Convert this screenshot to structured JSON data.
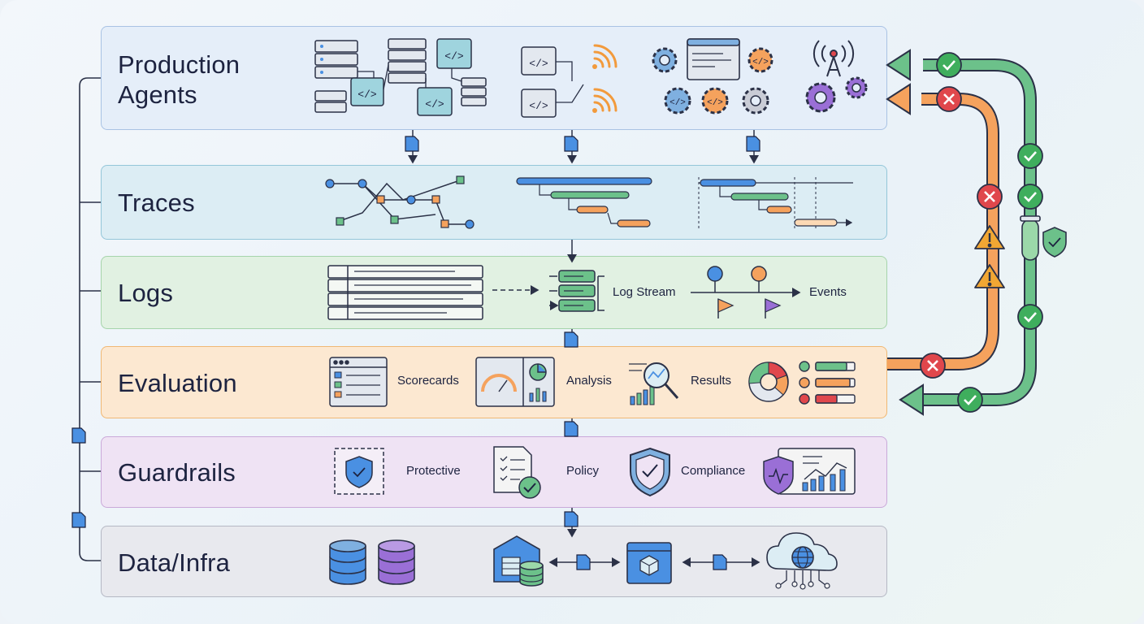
{
  "layers": {
    "production": "Production\nAgents",
    "traces": "Traces",
    "logs": "Logs",
    "evaluation": "Evaluation",
    "guardrails": "Guardrails",
    "data_infra": "Data/Infra"
  },
  "labels": {
    "log_stream": "Log Stream",
    "events": "Events",
    "scorecards": "Scorecards",
    "analysis": "Analysis",
    "results": "Results",
    "protective": "Protective",
    "policy": "Policy",
    "compliance": "Compliance"
  },
  "colors": {
    "pass_loop": "#6cc18a",
    "fail_loop": "#f5a25d",
    "ok": "#3fae5d",
    "error": "#e0474c",
    "warning": "#f2a733",
    "doc_blue": "#4a90e2"
  }
}
